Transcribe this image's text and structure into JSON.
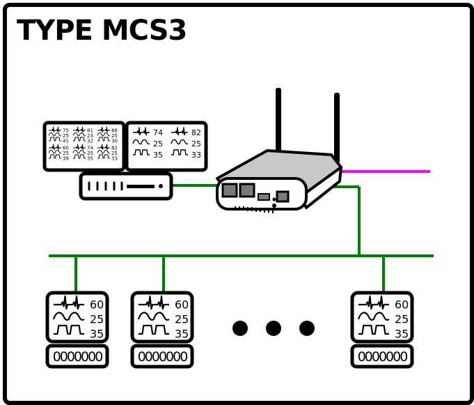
{
  "title": "TYPE MCS3",
  "colors": {
    "network": "#008000",
    "uplink": "#ff00ff",
    "outline": "#000000",
    "router_body": "#c8c8c8"
  },
  "central_station": {
    "left_monitor_cells": [
      {
        "hr": "75",
        "resp": "25",
        "spo2": "41"
      },
      {
        "hr": "81",
        "resp": "23",
        "spo2": "32"
      },
      {
        "hr": "66",
        "resp": "25",
        "spo2": "30"
      },
      {
        "hr": "60",
        "resp": "25",
        "spo2": "39"
      },
      {
        "hr": "74",
        "resp": "25",
        "spo2": "35"
      },
      {
        "hr": "82",
        "resp": "25",
        "spo2": "33"
      }
    ],
    "right_monitor_cells": [
      {
        "hr": "74",
        "resp": "25",
        "spo2": "35"
      },
      {
        "hr": "82",
        "resp": "25",
        "spo2": "33"
      }
    ]
  },
  "bedside_monitors": [
    {
      "hr": "60",
      "resp": "25",
      "spo2": "35",
      "keypad": "0000000"
    },
    {
      "hr": "60",
      "resp": "25",
      "spo2": "35",
      "keypad": "0000000"
    },
    {
      "hr": "60",
      "resp": "25",
      "spo2": "35",
      "keypad": "0000000"
    }
  ],
  "more_indicator": "ellipsis-dots-icon"
}
